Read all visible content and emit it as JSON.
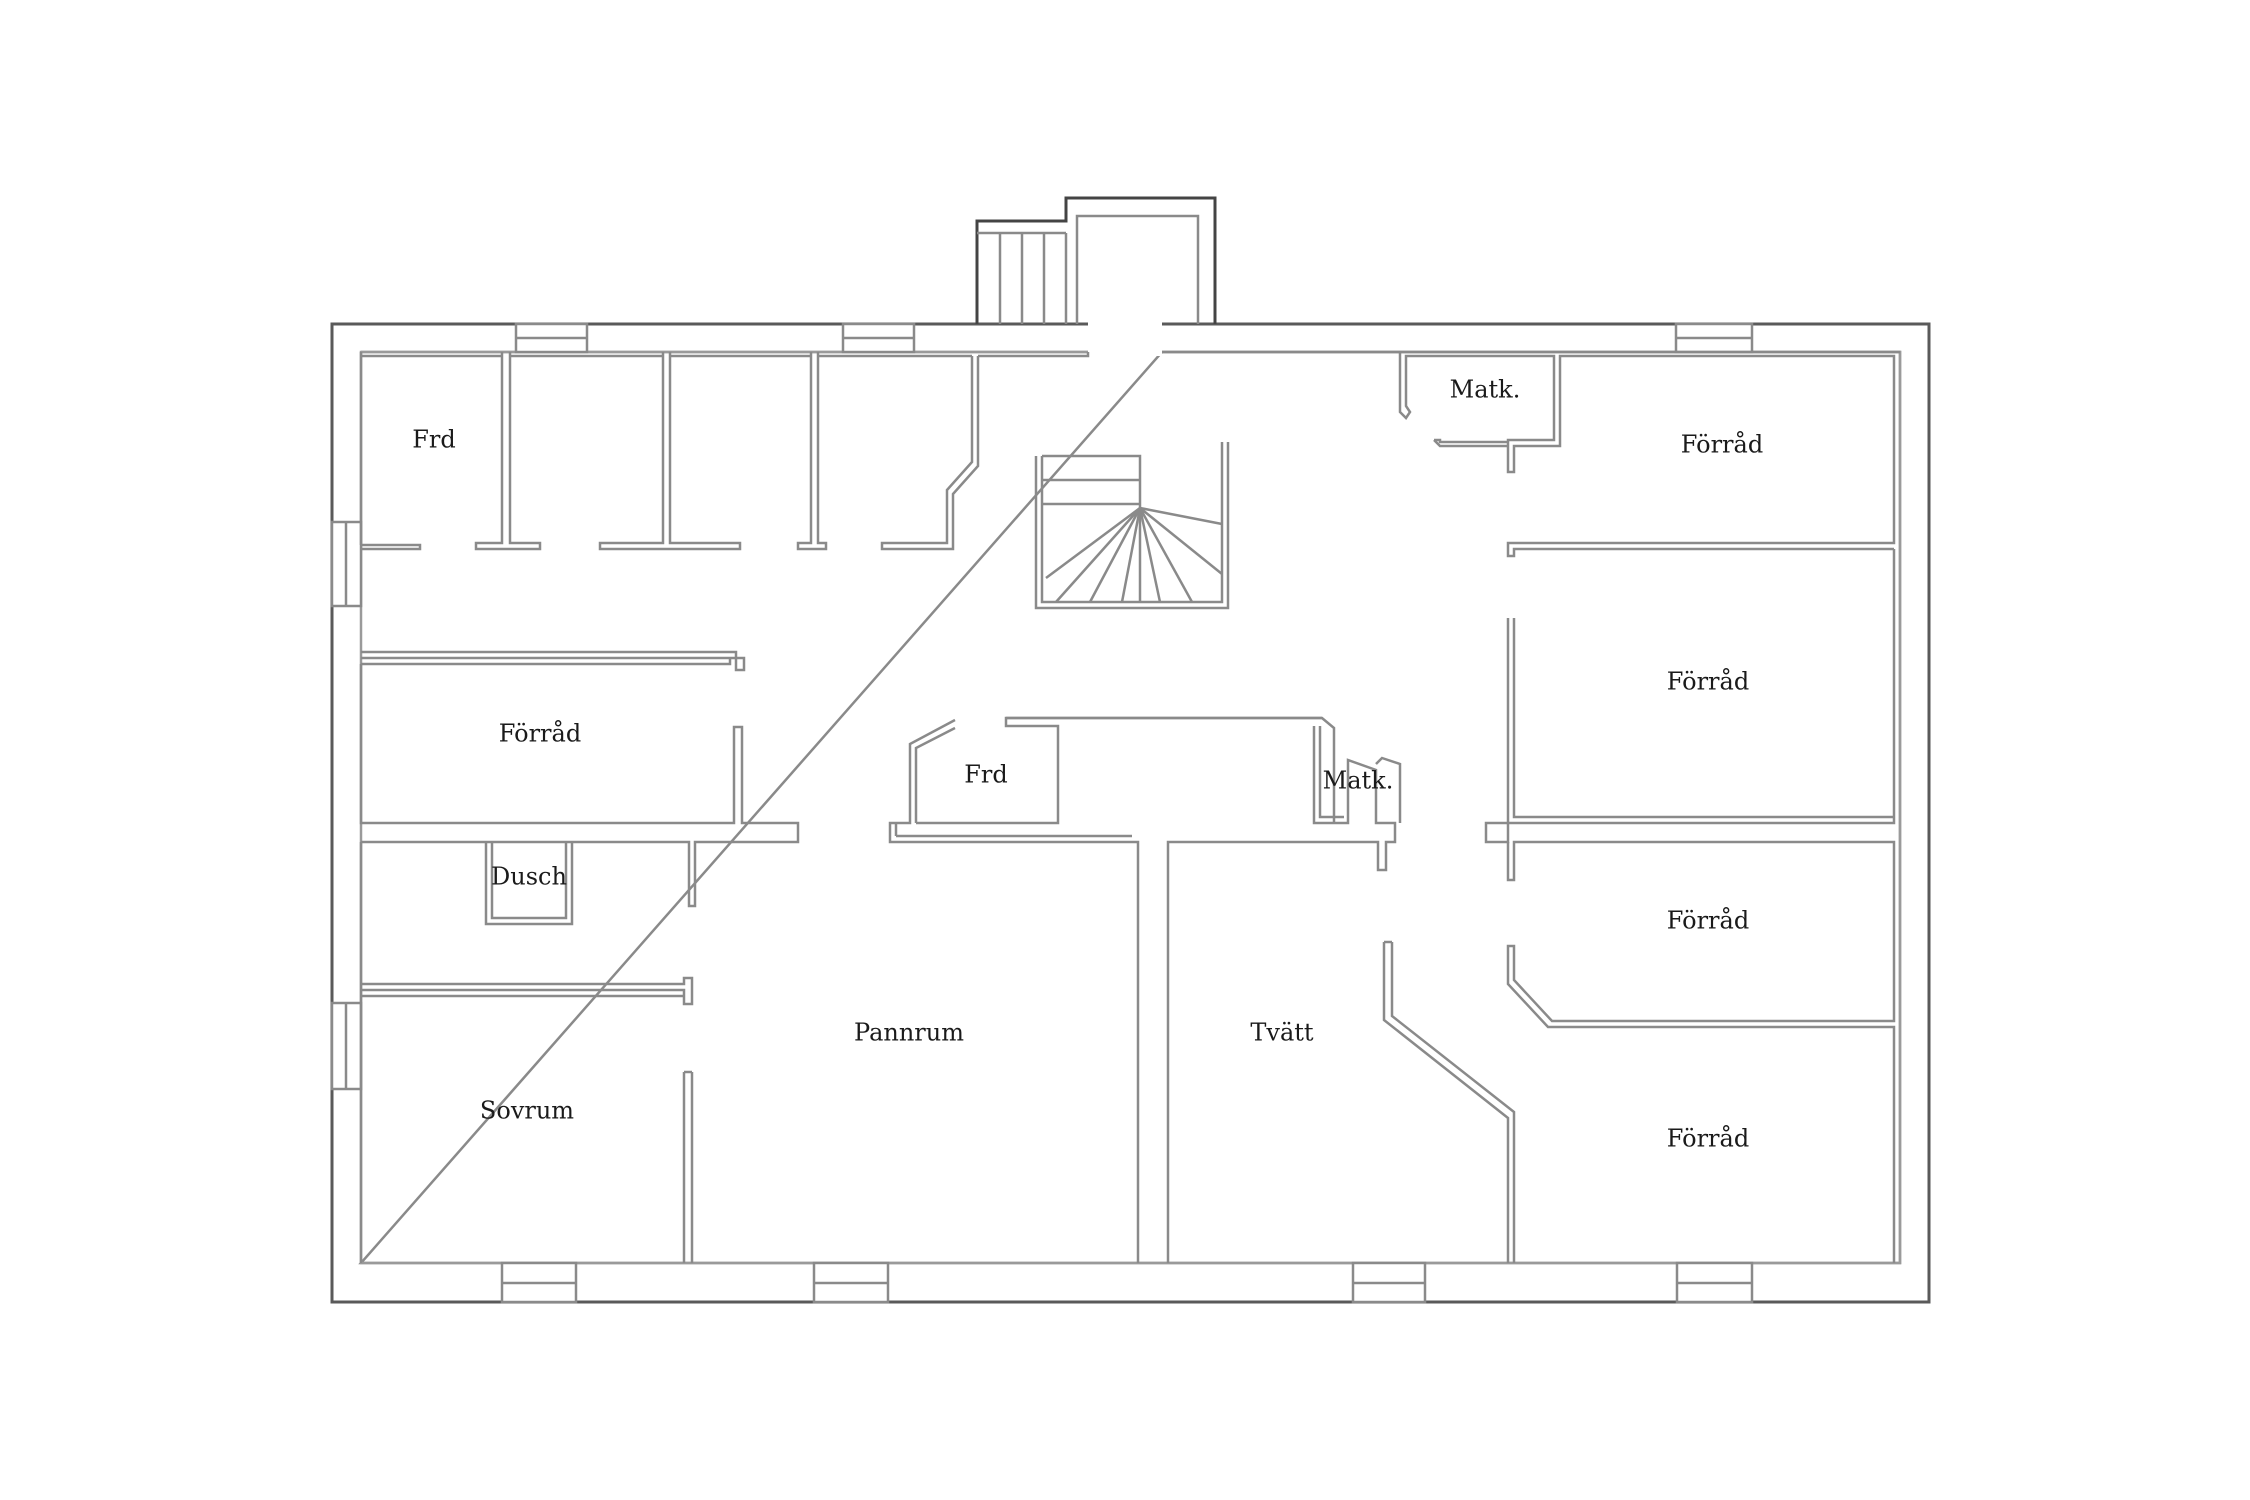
{
  "rooms": {
    "frd_topleft": "Frd",
    "matk_top": "Matk.",
    "forrad_top_right": "Förråd",
    "forrad_mid_right": "Förråd",
    "forrad_left": "Förråd",
    "frd_center": "Frd",
    "matk_center": "Matk.",
    "dusch": "Dusch",
    "forrad_lower_right": "Förråd",
    "pannrum": "Pannrum",
    "tvatt": "Tvätt",
    "sovrum": "Sovrum",
    "forrad_bottom_right": "Förråd"
  }
}
